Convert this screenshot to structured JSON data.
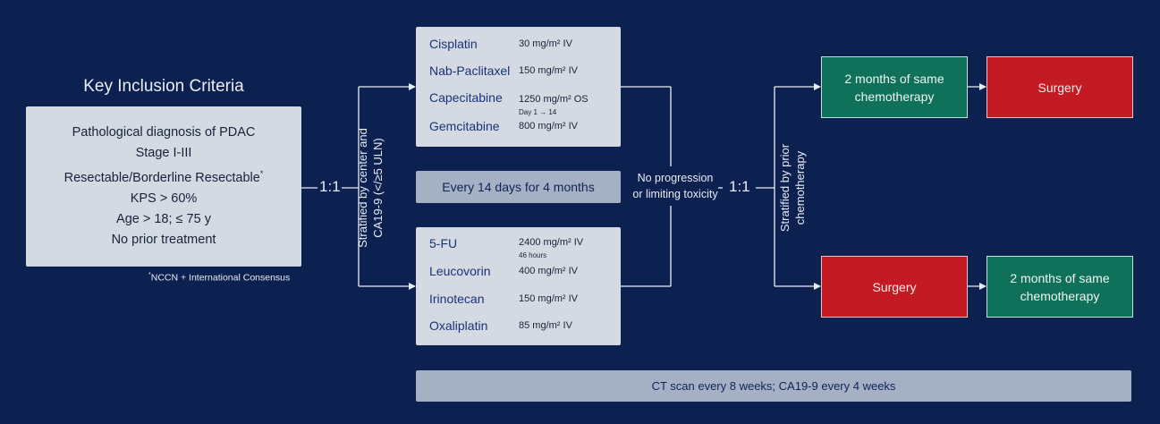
{
  "criteria": {
    "title": "Key Inclusion Criteria",
    "items": [
      "Pathological diagnosis of PDAC",
      "Stage I-III",
      "Resectable/Borderline Resectable",
      "KPS > 60%",
      "Age > 18; ≤ 75 y",
      "No prior treatment"
    ],
    "item3_marker": "*",
    "footnote_marker": "*",
    "footnote": "NCCN + International Consensus"
  },
  "randomization1": {
    "ratio": "1:1",
    "stratification_line1": "Stratified by center and",
    "stratification_line2": "CA19-9 (</≥5 ULN)"
  },
  "arm_a": {
    "drugs": [
      {
        "name": "Cisplatin",
        "dose": "30 mg/m² IV",
        "note": ""
      },
      {
        "name": "Nab-Paclitaxel",
        "dose": "150 mg/m² IV",
        "note": ""
      },
      {
        "name": "Capecitabine",
        "dose": "1250 mg/m² OS",
        "note": "Day 1 → 14"
      },
      {
        "name": "Gemcitabine",
        "dose": "800 mg/m² IV",
        "note": ""
      }
    ]
  },
  "cycle_text": "Every 14 days for 4 months",
  "arm_b": {
    "drugs": [
      {
        "name": "5-FU",
        "dose": "2400 mg/m² IV",
        "note": "46 hours"
      },
      {
        "name": "Leucovorin",
        "dose": "400 mg/m² IV",
        "note": ""
      },
      {
        "name": "Irinotecan",
        "dose": "150 mg/m² IV",
        "note": ""
      },
      {
        "name": "Oxaliplatin",
        "dose": "85 mg/m² IV",
        "note": ""
      }
    ]
  },
  "condition": {
    "line1": "No progression",
    "line2": "or limiting toxicity"
  },
  "randomization2": {
    "ratio": "1:1",
    "stratification_line1": "Stratified by prior",
    "stratification_line2": "chemotherapy"
  },
  "upper_path": {
    "step1": "2 months of same chemotherapy",
    "step2": "Surgery"
  },
  "lower_path": {
    "step1": "Surgery",
    "step2": "2 months of same chemotherapy"
  },
  "monitoring": "CT scan every 8 weeks; CA19-9 every 4 weeks",
  "colors": {
    "background": "#0c2150",
    "panel": "#d4d9e2",
    "banner": "#a6b0c5",
    "chemo_green": "#0f7159",
    "surgery_red": "#c41a24",
    "text_dark": "#0d2456",
    "text_light": "#e9edf5"
  }
}
